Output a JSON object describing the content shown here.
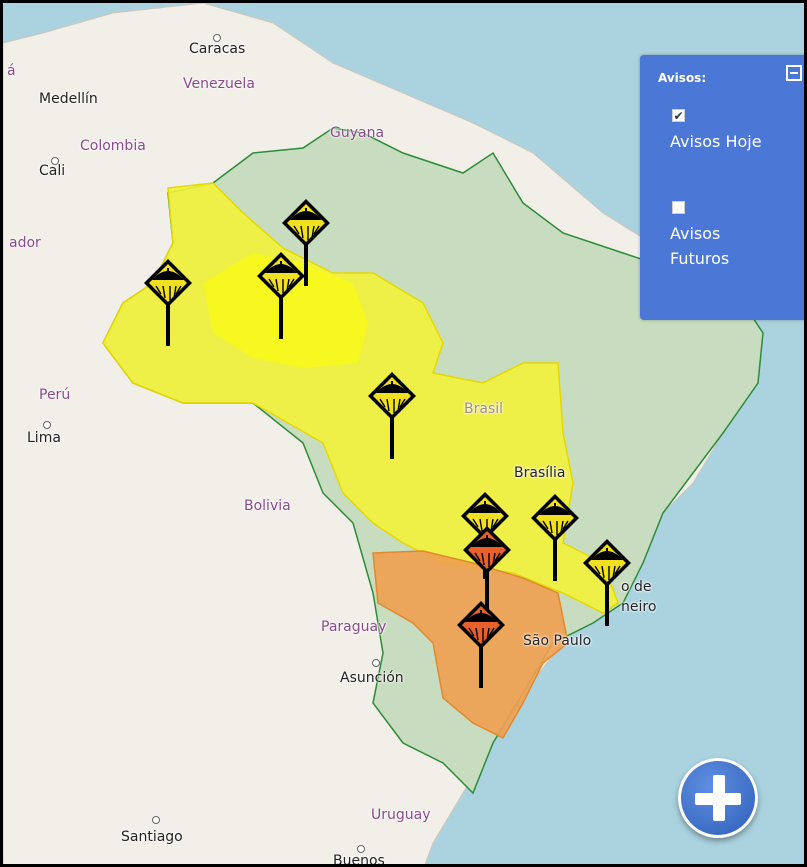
{
  "map": {
    "places": [
      {
        "id": "caracas",
        "label": "Caracas"
      },
      {
        "id": "venezuela",
        "label": "Venezuela"
      },
      {
        "id": "medellin",
        "label": "Medellín"
      },
      {
        "id": "colombia",
        "label": "Colombia"
      },
      {
        "id": "cali",
        "label": "Cali"
      },
      {
        "id": "guyana",
        "label": "Guyana"
      },
      {
        "id": "ecuador",
        "label": "ador"
      },
      {
        "id": "peru",
        "label": "Perú"
      },
      {
        "id": "lima",
        "label": "Lima"
      },
      {
        "id": "bolivia",
        "label": "Bolivia"
      },
      {
        "id": "brasil",
        "label": "Brasil"
      },
      {
        "id": "brasilia",
        "label": "Brasília"
      },
      {
        "id": "riodejaneiro",
        "label": "o de\nneiro"
      },
      {
        "id": "saopaulo",
        "label": "São Paulo"
      },
      {
        "id": "paraguay",
        "label": "Paraguay"
      },
      {
        "id": "asuncion",
        "label": "Asunción"
      },
      {
        "id": "uruguay",
        "label": "Uruguay"
      },
      {
        "id": "santiago",
        "label": "Santiago"
      },
      {
        "id": "buenos",
        "label": "Buenos"
      },
      {
        "id": "a-fragment",
        "label": "á"
      }
    ],
    "colors": {
      "sea": "#aad3df",
      "land": "#f2efe9",
      "brazil": "#c8dcc0",
      "yellow_alert": "#f2f23a",
      "orange_alert": "#f0a050",
      "border": "#2e8b3a"
    },
    "markers": [
      {
        "id": "marker-1",
        "level": "yellow"
      },
      {
        "id": "marker-2",
        "level": "yellow"
      },
      {
        "id": "marker-3",
        "level": "yellow"
      },
      {
        "id": "marker-4",
        "level": "yellow"
      },
      {
        "id": "marker-5",
        "level": "yellow"
      },
      {
        "id": "marker-6",
        "level": "yellow"
      },
      {
        "id": "marker-7",
        "level": "orange"
      },
      {
        "id": "marker-8",
        "level": "yellow"
      },
      {
        "id": "marker-9",
        "level": "orange"
      }
    ]
  },
  "legend": {
    "title": "Avisos:",
    "today_label": "Avisos Hoje",
    "today_checked": true,
    "future_label_1": "Avisos",
    "future_label_2": "Futuros",
    "future_checked": false
  },
  "zoom": {
    "icon": "plus-icon"
  }
}
